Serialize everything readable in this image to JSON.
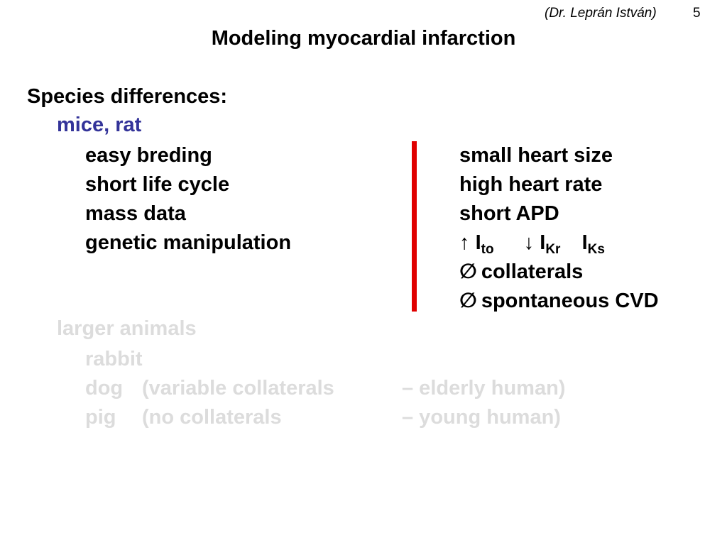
{
  "header": {
    "author": "(Dr. Leprán István)",
    "page_number": "5"
  },
  "title": "Modeling myocardial infarction",
  "section_heading": "Species differences:",
  "group1": {
    "heading": "mice, rat",
    "left_items": [
      "easy breding",
      "short life cycle",
      "mass data",
      "genetic manipulation"
    ],
    "right_items": {
      "item1": "small heart size",
      "item2": "high heart rate",
      "item3": "short APD",
      "currents": {
        "up_arrow": "↑",
        "i_to_base": "I",
        "i_to_sub": "to",
        "down_arrow": "↓",
        "i_kr_base": "I",
        "i_kr_sub": "Kr",
        "i_ks_base": "I",
        "i_ks_sub": "Ks"
      },
      "null_symbol": "∅",
      "item5": "collaterals",
      "item6": "spontaneous CVD"
    }
  },
  "group2": {
    "heading": "larger animals",
    "rows": [
      {
        "animal": "rabbit",
        "note": "",
        "comparison": ""
      },
      {
        "animal": "dog",
        "note": "(variable collaterals",
        "comparison": "– elderly human)"
      },
      {
        "animal": "pig",
        "note": "(no collaterals",
        "comparison": "– young human)"
      }
    ]
  },
  "colors": {
    "heading_blue": "#333399",
    "divider_red": "#e00000",
    "dimmed_gray": "#dcdcdc"
  }
}
